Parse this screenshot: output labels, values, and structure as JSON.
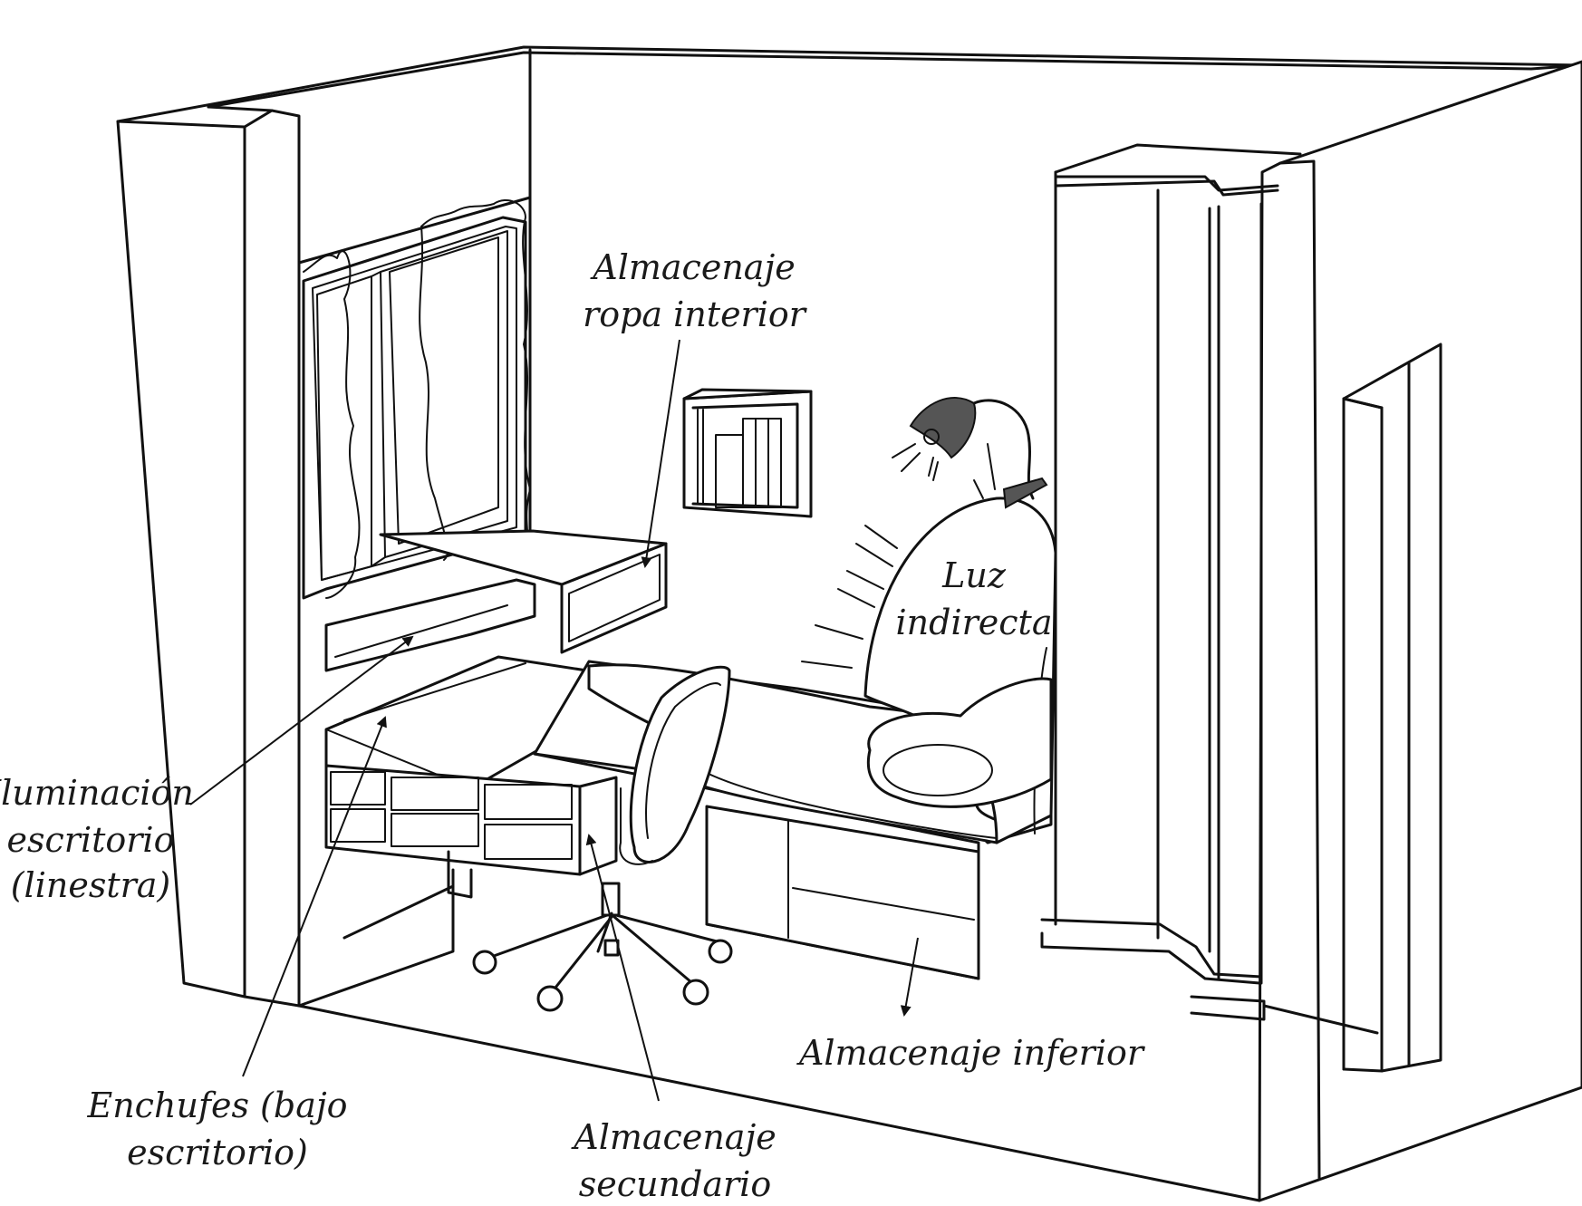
{
  "labels": {
    "ropa_interior": [
      "Almacenaje",
      "ropa interior"
    ],
    "luz_indirecta": [
      "Luz",
      "indirecta"
    ],
    "iluminacion": [
      "Iluminación",
      "escritorio",
      "(linestra)"
    ],
    "enchufes": [
      "Enchufes (bajo",
      "escritorio)"
    ],
    "secundario": [
      "Almacenaje",
      "secundario"
    ],
    "inferior": [
      "Almacenaje inferior"
    ]
  },
  "colors": {
    "line": "#111111",
    "lamp_shade": "#555555",
    "background": "#ffffff"
  }
}
